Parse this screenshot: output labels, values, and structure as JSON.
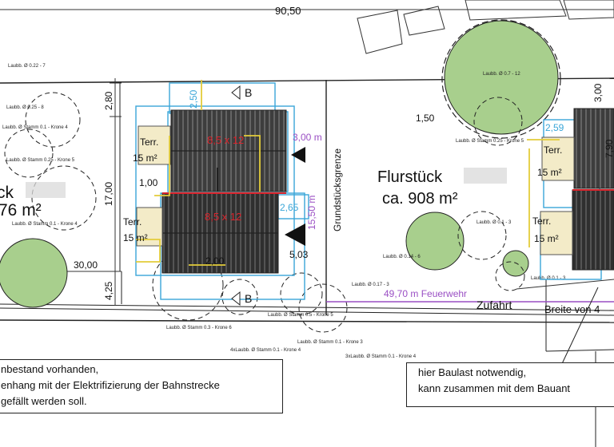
{
  "dimensions": {
    "top_width": "90,50",
    "left_depth_top": "2,80",
    "left_depth_main": "17,00",
    "left_depth_bottom": "4,25",
    "width_30": "30,00",
    "offset_1": "1,00",
    "house_top_setback": "2,50",
    "house_side_265": "2,65",
    "house_side_503": "5,03",
    "house_gap_200": "2,00",
    "right_300m": "3,00 m",
    "right_1550m": "15,50 m",
    "plot2_150": "1,50",
    "plot2_259": "2,59",
    "plot2_300": "3,00",
    "plot2_790": "7,90"
  },
  "houses": {
    "label_a": "8,5 x 12",
    "label_b": "8,5 x 12",
    "terrace_1": "Terr.",
    "terrace_1_area": "15 m²",
    "terrace_2": "Terr.",
    "terrace_2_area": "15 m²",
    "terrace_3": "Terr.",
    "terrace_3_area": "15 m²",
    "terrace_4": "Terr.",
    "terrace_4_area": "15 m²",
    "section_top": "B",
    "section_bottom": "B"
  },
  "plots": {
    "left_label": "ck",
    "left_area": "76 m²",
    "right_label": "Flurstück",
    "right_area": "ca. 908 m²"
  },
  "labels": {
    "boundary": "Grundstücksgrenze",
    "fire_dist": "49,70 m Feuerwehr",
    "access": "Zufahrt",
    "width_note": "Breite von 4"
  },
  "trees": {
    "t1": "Laubb. Ø 0.22 - 7",
    "t2": "Laubb. Ø 0.25 - 8",
    "t3": "Laubb. Ø Stamm 0.1 - Krone 4",
    "t4": "Laubb. Ø Stamm 0.25 - Krone 5",
    "t5": "Laubb. Ø Stamm 0.1 - Krone 4",
    "t6": "Laubb. Ø 0.7 - 12",
    "t7": "Laubb. Ø Stamm 0.25 - Krone 5",
    "t8": "Laubb. Ø 0.14 - 6",
    "t9": "Laubb. Ø 0.17 - 3",
    "t10": "Laubb. Ø Stamm 0.5 - Krone 5",
    "t11": "Laubb. Ø Stamm 0.3 - Krone 6",
    "t12": "Laubb. Ø Stamm 0.1 - Krone 3",
    "t13": "4xLaubb. Ø Stamm 0.1 - Krone 4",
    "t14": "3xLaubb. Ø Stamm 0.1 - Krone 4",
    "t15": "Laubb. Ø 0.1 - 3",
    "t16": "Laubb. Ø 0.1 - 3"
  },
  "notes": {
    "left_1": "nbestand vorhanden,",
    "left_2": "enhang mit der Elektrifizierung der Bahnstrecke",
    "left_3": "gefällt werden soll.",
    "right_1": "hier Baulast notwendig,",
    "right_2": "kann zusammen mit dem Bauant"
  },
  "colors": {
    "dim_yellow": "#e3cc3a",
    "dim_cyan": "#3aa6d8",
    "dim_purple": "#9a4fc4",
    "dim_red": "#d8242c",
    "tree_green": "#a8cf8d",
    "roof_dark": "#3d3d3d",
    "terrace": "#f3ebc8"
  }
}
